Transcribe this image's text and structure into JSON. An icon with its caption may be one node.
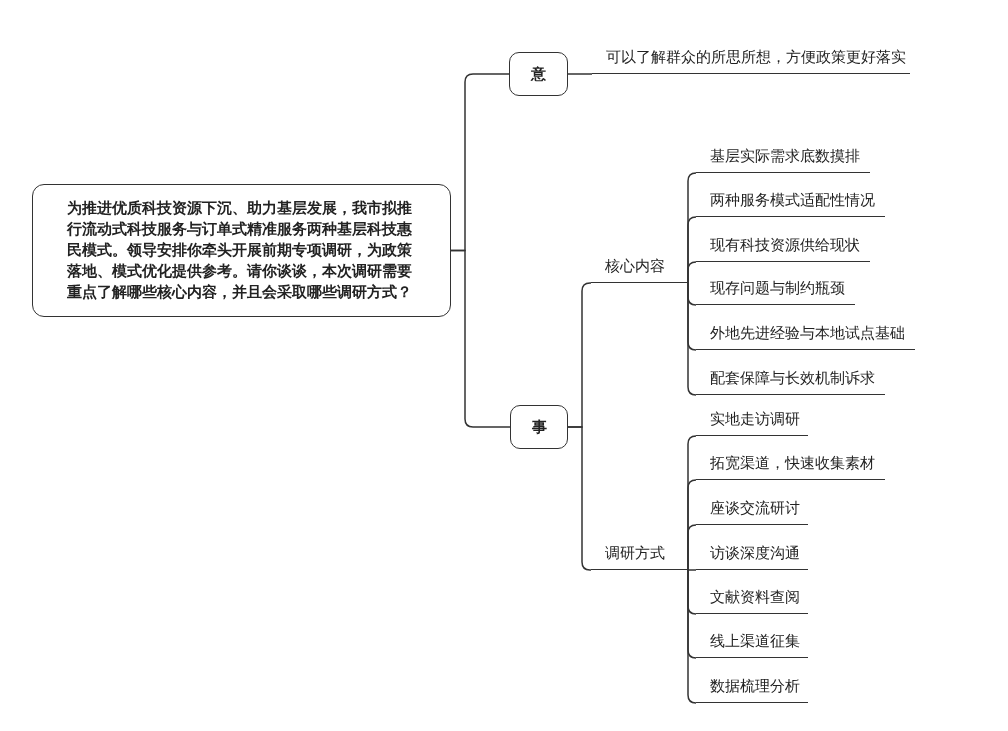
{
  "diagram": {
    "nodes": [
      {
        "text": [
          "为推进优质科技资源下沉、助力基层发展，我市拟推行流动式科技服务与订单式精准服务两种基层科技惠民模式。领导安排你牵头开展前期专项调研，为政策落地、模式优化提供参考。请你谈谈，本次调研需要重点了解哪些核心内容，并且会采取哪些调研方式？"
        ]
      },
      {
        "text": [
          "意"
        ]
      },
      {
        "text": [
          "可以了解群众的所思所想，方便政策更好落实"
        ]
      },
      {
        "text": [
          "事"
        ]
      },
      {
        "text": [
          "核心内容"
        ]
      },
      {
        "text": [
          "基层实际需求底数摸排"
        ]
      },
      {
        "text": [
          "两种服务模式适配性情况"
        ]
      },
      {
        "text": [
          "现有科技资源供给现状"
        ]
      },
      {
        "text": [
          "现存问题与制约瓶颈"
        ]
      },
      {
        "text": [
          "外地先进经验与本地试点基础"
        ]
      },
      {
        "text": [
          "配套保障与长效机制诉求"
        ]
      },
      {
        "text": [
          "调研方式"
        ]
      },
      {
        "text": [
          "实地走访调研"
        ]
      },
      {
        "text": [
          "拓宽渠道，快速收集素材"
        ]
      },
      {
        "text": [
          "座谈交流研讨"
        ]
      },
      {
        "text": [
          "访谈深度沟通"
        ]
      },
      {
        "text": [
          "文献资料查阅"
        ]
      },
      {
        "text": [
          "线上渠道征集"
        ]
      },
      {
        "text": [
          "数据梳理分析"
        ]
      }
    ],
    "edges": [
      {
        "from": 0,
        "to": 1,
        "arrow": "none"
      },
      {
        "from": 0,
        "to": 3,
        "arrow": "none"
      },
      {
        "from": 1,
        "to": 2,
        "arrow": "none"
      },
      {
        "from": 3,
        "to": 4,
        "arrow": "none"
      },
      {
        "from": 3,
        "to": 11,
        "arrow": "none"
      },
      {
        "from": 4,
        "to": 5,
        "arrow": "none"
      },
      {
        "from": 4,
        "to": 6,
        "arrow": "none"
      },
      {
        "from": 4,
        "to": 7,
        "arrow": "none"
      },
      {
        "from": 4,
        "to": 8,
        "arrow": "none"
      },
      {
        "from": 4,
        "to": 9,
        "arrow": "none"
      },
      {
        "from": 4,
        "to": 10,
        "arrow": "none"
      },
      {
        "from": 11,
        "to": 12,
        "arrow": "none"
      },
      {
        "from": 11,
        "to": 13,
        "arrow": "none"
      },
      {
        "from": 11,
        "to": 14,
        "arrow": "none"
      },
      {
        "from": 11,
        "to": 15,
        "arrow": "none"
      },
      {
        "from": 11,
        "to": 16,
        "arrow": "none"
      },
      {
        "from": 11,
        "to": 17,
        "arrow": "none"
      },
      {
        "from": 11,
        "to": 18,
        "arrow": "none"
      }
    ]
  }
}
